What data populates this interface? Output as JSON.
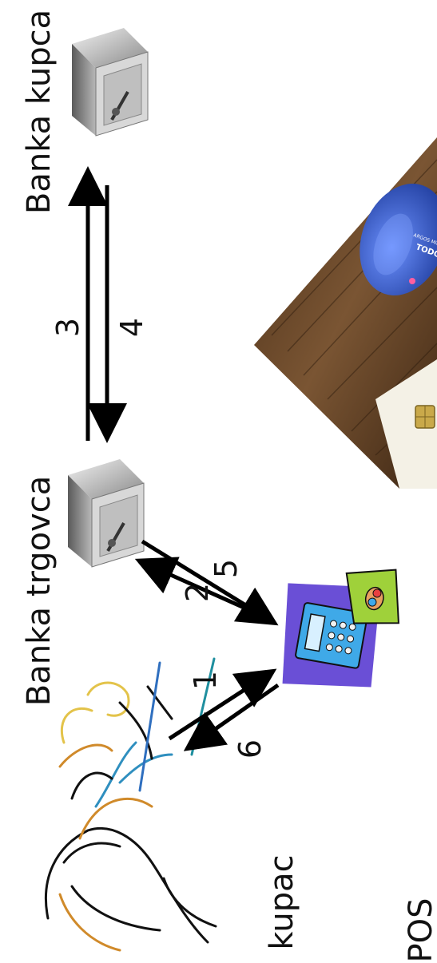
{
  "labels": {
    "bank_buyer": "Banka kupca",
    "bank_merchant": "Banka trgovca",
    "pos": "POS",
    "buyer": "kupac"
  },
  "steps": [
    "1",
    "2",
    "3",
    "4",
    "5",
    "6"
  ],
  "photo": {
    "card_reader_text_1": "TODOS",
    "card_reader_text_2": "ARGOS MINI II"
  },
  "colors": {
    "arrow": "#000000",
    "photo_wood": "#6b4a2b",
    "reader_blue": "#2f5cc8",
    "pos_purple": "#6a4fd6",
    "pos_green": "#9fd13a",
    "pos_blue": "#3fa9e8"
  },
  "icons": [
    "safe-icon",
    "safe-icon",
    "pos-terminal-icon",
    "shoppers-clipart-icon"
  ]
}
